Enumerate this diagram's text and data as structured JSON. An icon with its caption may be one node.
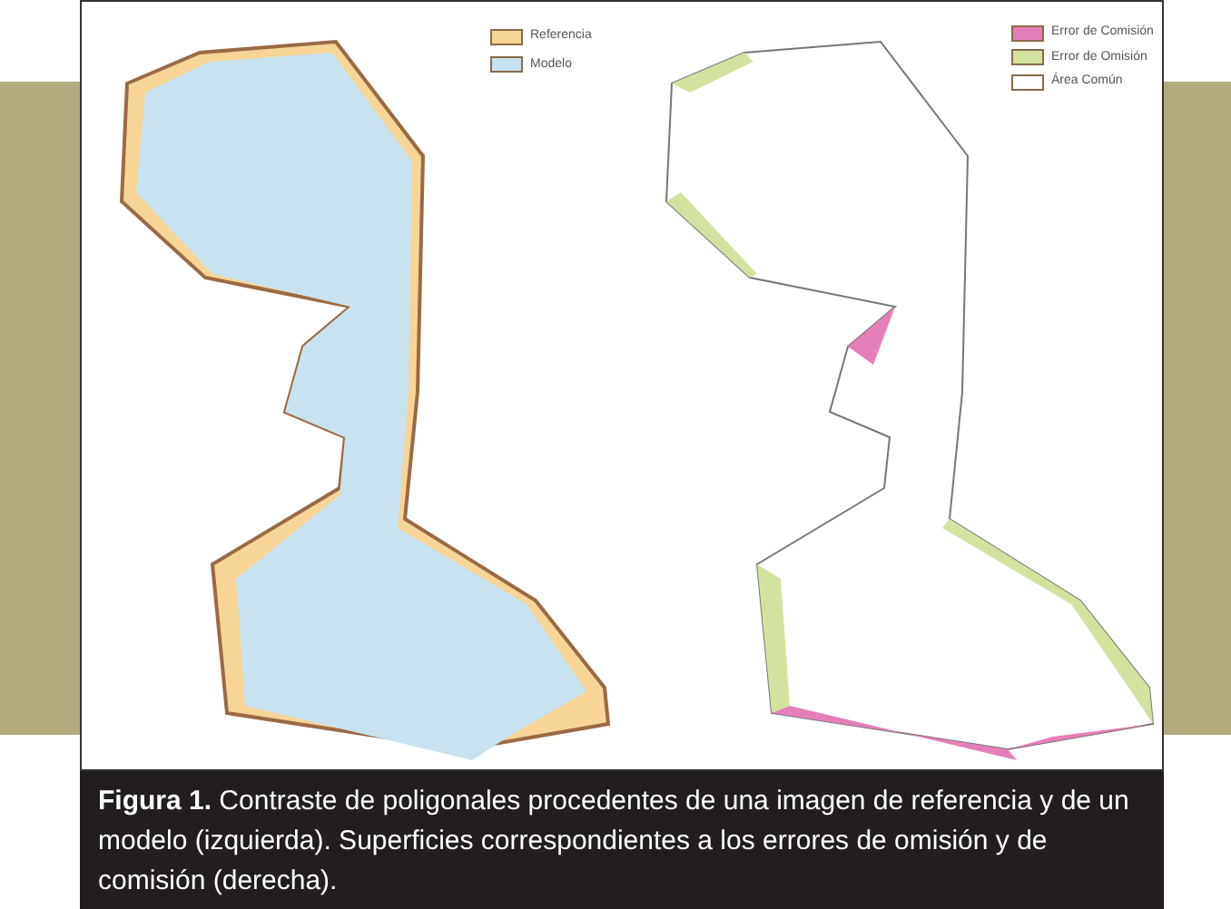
{
  "diagram": {
    "caption": "**Figura 1.** Contraste de poligonales procedentes de una imagen de referencia y de un modelo (izquierda). Superficies correspondientes a los errores de omisión y de comisión (derecha).",
    "legend": [
      {
        "text": "Referencia",
        "color": "#f6d597"
      },
      {
        "text": "Modelo",
        "color": "#c8e2ef"
      },
      {
        "text": "Error de Comisión",
        "color": "#e57fb8"
      },
      {
        "text": "Error de Omisión",
        "color": "#d2e3a0"
      },
      {
        "text": "Área Común",
        "color": "#ffffff"
      }
    ]
  }
}
